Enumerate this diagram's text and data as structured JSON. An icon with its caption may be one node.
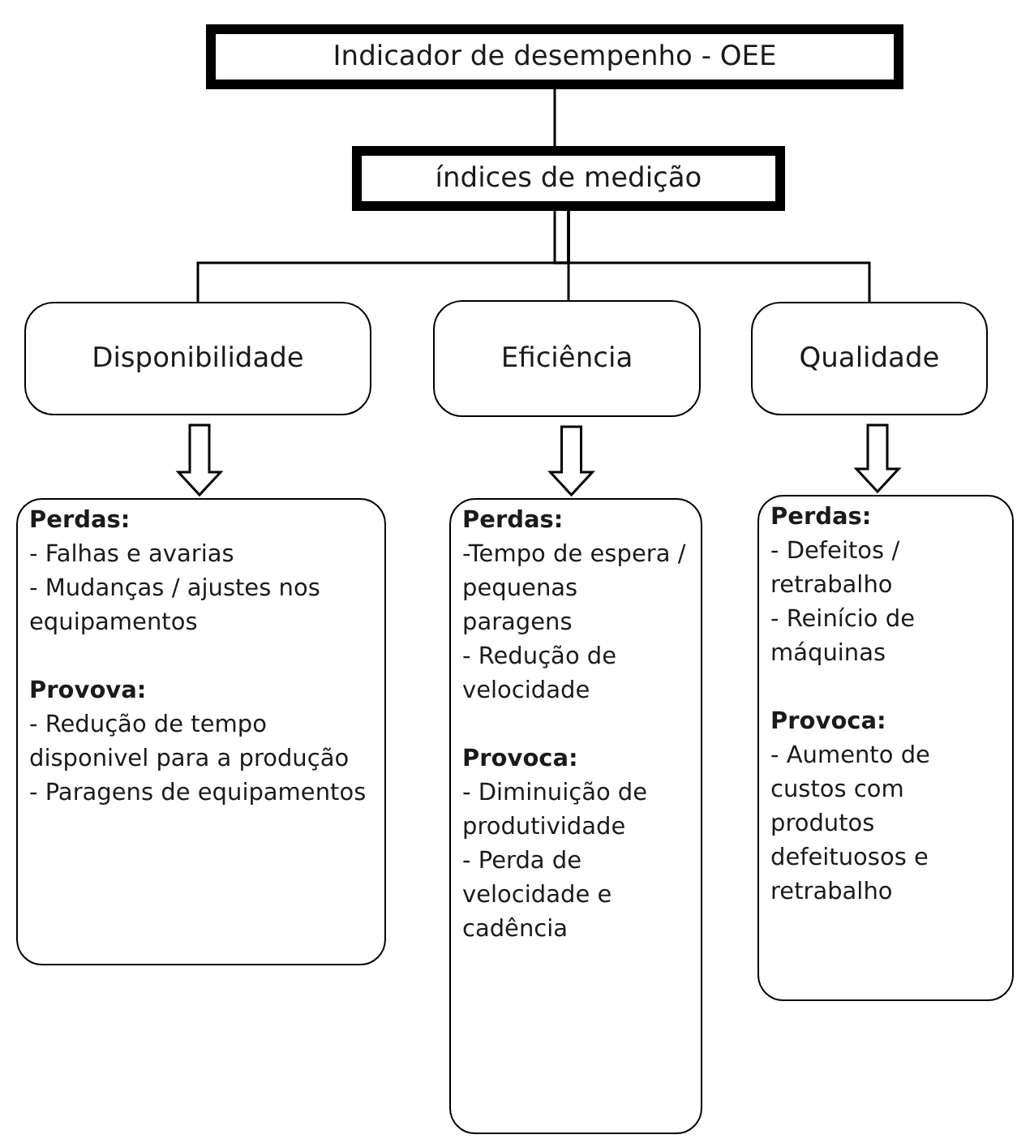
{
  "diagram": {
    "nodes": [
      {
        "text": [
          "Indicador de desempenho - OEE"
        ]
      },
      {
        "text": [
          "índices de medição"
        ]
      },
      {
        "text": [
          "Disponibilidade"
        ]
      },
      {
        "text": [
          "Eficiência"
        ]
      },
      {
        "text": [
          "Qualidade"
        ]
      },
      {
        "text": [
          "Perdas:",
          "- Falhas e avarias",
          "- Mudanças / ajustes nos equipamentos",
          "Provova:",
          "- Redução de tempo disponivel para a produção",
          "- Paragens de equipamentos"
        ]
      },
      {
        "text": [
          "Perdas:",
          "-Tempo de espera / pequenas paragens",
          "- Redução de velocidade",
          "Provoca:",
          "- Diminuição de produtividade",
          "- Perda de velocidade e cadência"
        ]
      },
      {
        "text": [
          "Perdas:",
          "- Defeitos / retrabalho",
          "- Reinício de máquinas",
          "Provoca:",
          "- Aumento de custos com produtos defeituosos e retrabalho"
        ]
      }
    ],
    "edges": [
      {
        "from": 0,
        "to": 1,
        "arrow": "none"
      },
      {
        "from": 1,
        "to": 2,
        "arrow": "none"
      },
      {
        "from": 1,
        "to": 3,
        "arrow": "none"
      },
      {
        "from": 1,
        "to": 4,
        "arrow": "none"
      },
      {
        "from": 2,
        "to": 5,
        "arrow": "to"
      },
      {
        "from": 3,
        "to": 6,
        "arrow": "to"
      },
      {
        "from": 4,
        "to": 7,
        "arrow": "to"
      }
    ]
  }
}
